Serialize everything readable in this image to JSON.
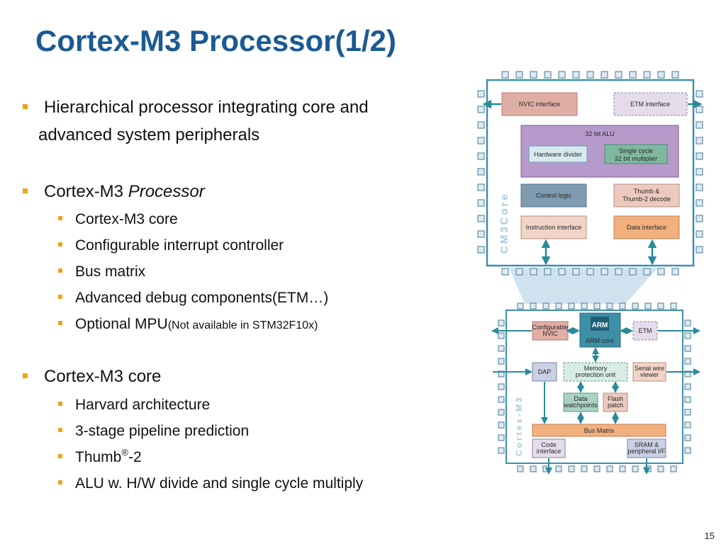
{
  "slide": {
    "title": "Cortex-M3 Processor(1/2)",
    "page_number": "15",
    "bullets": [
      {
        "line1": "Hierarchical processor integrating core and",
        "line2": "advanced system peripherals"
      },
      {
        "text": "Cortex-M3 ",
        "italic": "Processor",
        "subs": [
          "Cortex-M3 core",
          "Configurable interrupt controller",
          "Bus matrix",
          "Advanced debug components(ETM…)",
          "Optional MPU"
        ],
        "mpu_note": "(Not available in STM32F10x)"
      },
      {
        "text": "Cortex-M3 core",
        "subs": [
          "Harvard architecture",
          "3-stage pipeline prediction",
          "Thumb",
          "ALU w. H/W divide and single cycle multiply"
        ],
        "thumb_sup": "®",
        "thumb_suffix": "-2"
      }
    ]
  },
  "diagram_core": {
    "side_label": "CM3Core",
    "nvic": "NVIC interface",
    "etm": "ETM interface",
    "alu": "32 bit ALU",
    "divider": "Hardware divider",
    "mult1": "Single cycle",
    "mult2": "32 bit multiplier",
    "control": "Control logic",
    "decode1": "Thumb &",
    "decode2": "Thumb-2 decode",
    "instr": "Instruction interface",
    "data": "Data interface"
  },
  "diagram_cm3": {
    "side_label": "Cortex-M3",
    "nvic1": "Configurable",
    "nvic2": "NVIC",
    "arm_logo": "ARM",
    "arm_core": "ARM core",
    "etm": "ETM",
    "dap": "DAP",
    "mpu1": "Memory",
    "mpu2": "protection unit",
    "swv1": "Serial wire",
    "swv2": "viewer",
    "dw1": "Data",
    "dw2": "watchpoints",
    "fp1": "Flash",
    "fp2": "patch",
    "bus": "Bus Matrix",
    "code1": "Code",
    "code2": "interface",
    "sram1": "SRAM &",
    "sram2": "peripheral I/F"
  },
  "colors": {
    "title": "#1b5a93",
    "bullet": "#f2a21a",
    "chip_border": "#3f8fb0",
    "pin": "#5f8fa8",
    "arrow": "#2a8a99"
  }
}
